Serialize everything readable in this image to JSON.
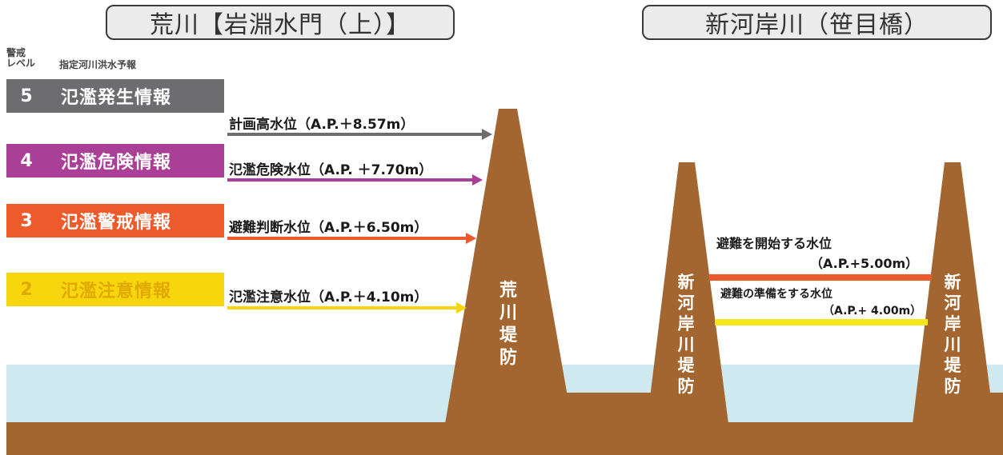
{
  "titles": {
    "arakawa": "荒川【岩淵水門（上）】",
    "shingashi": "新河岸川（笹目橋）"
  },
  "header_labels": {
    "keikai_level": "警戒\nレベル",
    "shitei": "指定河川洪水予報"
  },
  "levels": [
    {
      "num": "5",
      "label": "氾濫発生情報",
      "color": "#6d6d6f"
    },
    {
      "num": "4",
      "label": "氾濫危険情報",
      "color": "#aa3f97"
    },
    {
      "num": "3",
      "label": "氾濫警戒情報",
      "color": "#ed5a2b"
    },
    {
      "num": "2",
      "label": "氾濫注意情報",
      "color": "#f7d60e"
    }
  ],
  "water_levels": [
    {
      "label": "計画高水位（A.P.＋8.57m）",
      "color": "#6d6d6f"
    },
    {
      "label": "氾濫危険水位（A.P. ＋7.70m）",
      "color": "#aa3f97"
    },
    {
      "label": "避難判断水位（A.P.＋6.50m）",
      "color": "#ed5a2b"
    },
    {
      "label": "氾濫注意水位（A.P.＋4.10m）",
      "color": "#f7d60e"
    }
  ],
  "banks": {
    "arakawa": "荒川堤防",
    "shingashi_left": "新河岸川堤防",
    "shingashi_right": "新河岸川堤防"
  },
  "shingashi_levels": {
    "evac_start_title": "避難を開始する水位",
    "evac_start_value": "（A.P.+5.00m）",
    "evac_prep_title": "避難の準備をする水位",
    "evac_prep_value": "（A.P.+ 4.00m）"
  },
  "colors": {
    "earth": "#a46630",
    "water": "#cfe9f1",
    "evac_start_line": "#ed5a2b",
    "evac_prep_line": "#f7e61a"
  }
}
